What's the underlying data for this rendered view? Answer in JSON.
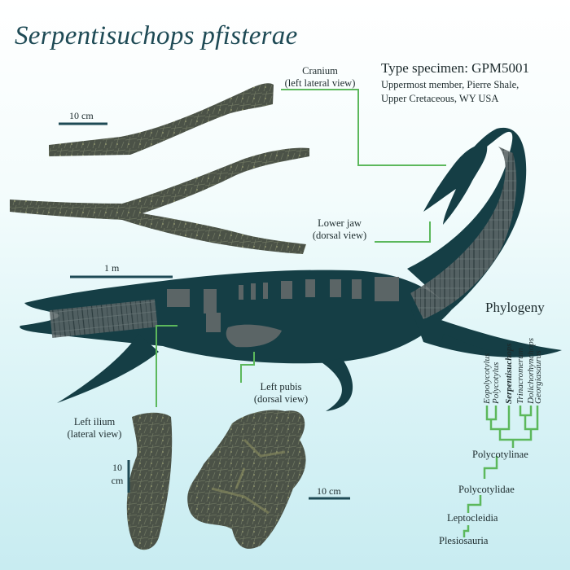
{
  "title": "Serpentisuchops pfisterae",
  "type_specimen": {
    "heading": "Type specimen: GPM5001",
    "line1": "Uppermost member, Pierre Shale,",
    "line2": "Upper Cretaceous, WY USA"
  },
  "labels": {
    "cranium_l1": "Cranium",
    "cranium_l2": "(left lateral view)",
    "jaw_l1": "Lower jaw",
    "jaw_l2": "(dorsal view)",
    "pubis_l1": "Left pubis",
    "pubis_l2": "(dorsal view)",
    "ilium_l1": "Left ilium",
    "ilium_l2": "(lateral  view)"
  },
  "scales": {
    "cranium": "10 cm",
    "body": "1 m",
    "ilium_l1": "10",
    "ilium_l2": "cm",
    "pubis": "10 cm"
  },
  "phylogeny": {
    "title": "Phylogeny",
    "taxa": [
      "Eopolycotylus",
      "Polycotylus",
      "Serpentisuchops",
      "Trinacromerum",
      "Dolichorhynchops",
      "Georgiasaurus"
    ],
    "clades": [
      "Polycotylinae",
      "Polycotylidae",
      "Leptocleidia",
      "Plesiosauria"
    ]
  },
  "colors": {
    "silhouette": "#153e45",
    "leader_line": "#5cb85c",
    "title": "#1e4a55",
    "fossil": "#4d5346"
  }
}
